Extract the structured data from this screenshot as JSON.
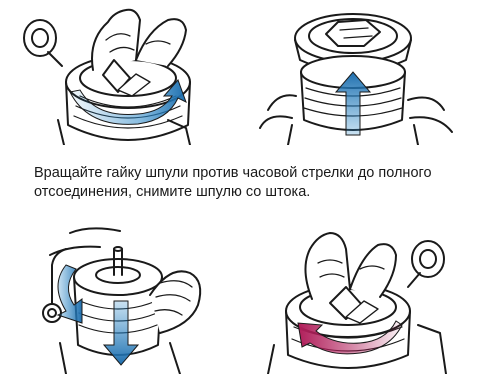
{
  "instruction": {
    "line1": "Вращайте гайку шпули против часовой стрелки до полного",
    "line2": "отсоединения, снимите шпулю со штока."
  },
  "illustrations": [
    {
      "step": "turn-spool-nut-counterclockwise",
      "arrow_color": "#2a88c8"
    },
    {
      "step": "lift-spool-up",
      "arrow_color": "#2a88c8"
    },
    {
      "step": "rotate-and-pull-spool-down",
      "arrow_color": "#2a88c8"
    },
    {
      "step": "reinstall-turn-nut",
      "arrow_color": "#b01e5a"
    }
  ],
  "colors": {
    "line": "#1a1a1a",
    "blue": "#2a88c8",
    "blue_light": "#cfe6f6",
    "magenta": "#b01e5a",
    "magenta_light": "#f1d3e0"
  }
}
